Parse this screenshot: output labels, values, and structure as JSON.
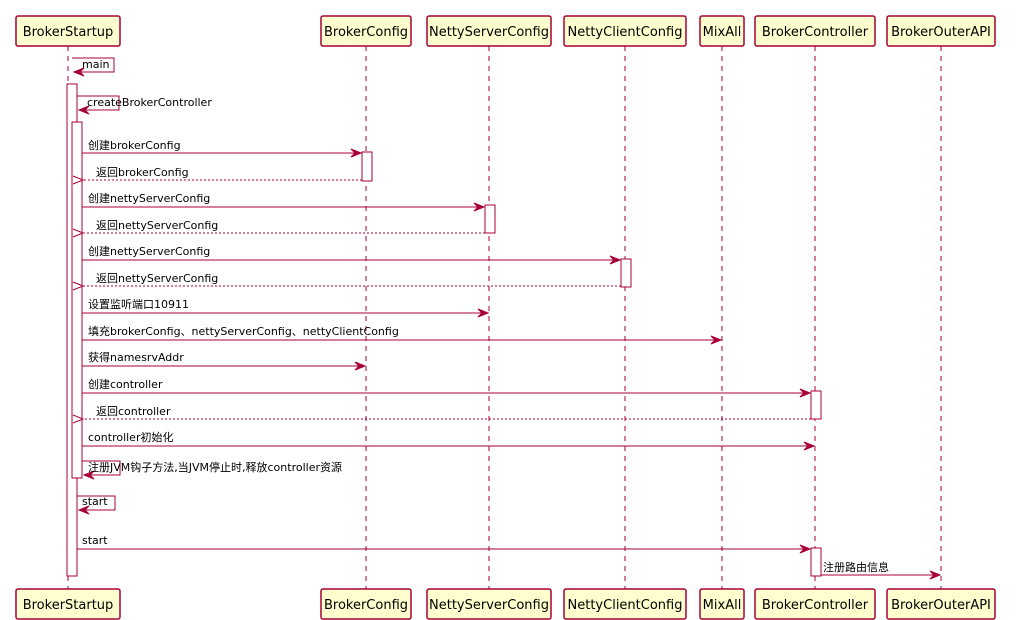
{
  "colors": {
    "border": "#A80036",
    "participant_fill": "#FEFECE",
    "activation_fill": "#FFFFFF",
    "background": "#FFFFFF"
  },
  "participants": [
    {
      "id": "BrokerStartup",
      "label": "BrokerStartup"
    },
    {
      "id": "BrokerConfig",
      "label": "BrokerConfig"
    },
    {
      "id": "NettyServerConfig",
      "label": "NettyServerConfig"
    },
    {
      "id": "NettyClientConfig",
      "label": "NettyClientConfig"
    },
    {
      "id": "MixAll",
      "label": "MixAll"
    },
    {
      "id": "BrokerController",
      "label": "BrokerController"
    },
    {
      "id": "BrokerOuterAPI",
      "label": "BrokerOuterAPI"
    }
  ],
  "messages": [
    {
      "from": "BrokerStartup",
      "to": "BrokerStartup",
      "label": "main",
      "style": "self"
    },
    {
      "from": "BrokerStartup",
      "to": "BrokerStartup",
      "label": "createBrokerController",
      "style": "self"
    },
    {
      "from": "BrokerStartup",
      "to": "BrokerConfig",
      "label": "创建brokerConfig",
      "style": "sync"
    },
    {
      "from": "BrokerConfig",
      "to": "BrokerStartup",
      "label": "返回brokerConfig",
      "style": "return"
    },
    {
      "from": "BrokerStartup",
      "to": "NettyServerConfig",
      "label": "创建nettyServerConfig",
      "style": "sync"
    },
    {
      "from": "NettyServerConfig",
      "to": "BrokerStartup",
      "label": "返回nettyServerConfig",
      "style": "return"
    },
    {
      "from": "BrokerStartup",
      "to": "NettyClientConfig",
      "label": "创建nettyServerConfig",
      "style": "sync"
    },
    {
      "from": "NettyClientConfig",
      "to": "BrokerStartup",
      "label": "返回nettyServerConfig",
      "style": "return"
    },
    {
      "from": "BrokerStartup",
      "to": "NettyServerConfig",
      "label": "设置监听端口10911",
      "style": "sync"
    },
    {
      "from": "BrokerStartup",
      "to": "MixAll",
      "label": "填充brokerConfig、nettyServerConfig、nettyClientConfig",
      "style": "sync"
    },
    {
      "from": "BrokerStartup",
      "to": "BrokerConfig",
      "label": "获得namesrvAddr",
      "style": "sync"
    },
    {
      "from": "BrokerStartup",
      "to": "BrokerController",
      "label": "创建controller",
      "style": "sync"
    },
    {
      "from": "BrokerController",
      "to": "BrokerStartup",
      "label": "返回controller",
      "style": "return"
    },
    {
      "from": "BrokerStartup",
      "to": "BrokerController",
      "label": "controller初始化",
      "style": "sync"
    },
    {
      "from": "BrokerStartup",
      "to": "BrokerStartup",
      "label": "注册JVM钩子方法,当JVM停止时,释放controller资源",
      "style": "self"
    },
    {
      "from": "BrokerStartup",
      "to": "BrokerStartup",
      "label": "start",
      "style": "self"
    },
    {
      "from": "BrokerStartup",
      "to": "BrokerController",
      "label": "start",
      "style": "sync"
    },
    {
      "from": "BrokerController",
      "to": "BrokerOuterAPI",
      "label": "注册路由信息",
      "style": "sync"
    }
  ]
}
